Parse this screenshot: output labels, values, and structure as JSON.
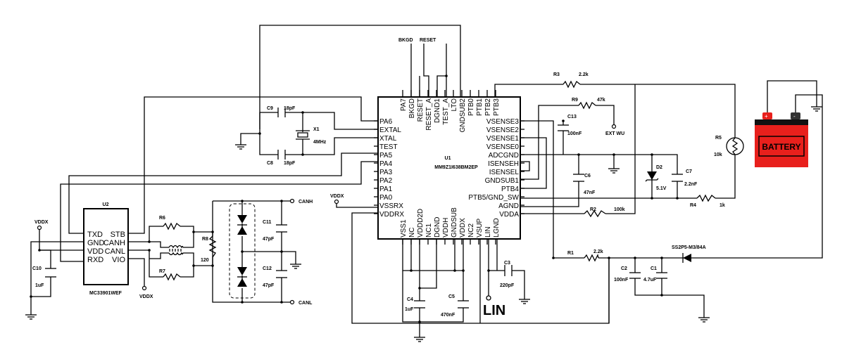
{
  "u1": {
    "ref": "U1",
    "part": "MM9Z1I638BM2EP",
    "left_pins": [
      "PA6",
      "EXTAL",
      "XTAL",
      "TEST",
      "PA5",
      "PA4",
      "PA3",
      "PA2",
      "PA1",
      "PA0",
      "VSSRX",
      "VDDRX"
    ],
    "right_pins": [
      "VSENSE3",
      "VSENSE2",
      "VSENSE1",
      "VSENSE0",
      "ADCGND",
      "ISENSEH",
      "ISENSEL",
      "GNDSUB1",
      "PTB4",
      "PTB5/GND_SW",
      "AGND",
      "VDDA"
    ],
    "top_pins": [
      "PA7",
      "BKGD",
      "RESET",
      "RESET_A",
      "DGND1",
      "TEST_A",
      "LTO",
      "GNDSUB2",
      "PTB0",
      "PTB1",
      "PTB2",
      "PTB3"
    ],
    "bottom_pins": [
      "VSS1",
      "NC",
      "VDDD2D",
      "NC1",
      "DGND",
      "VDDH",
      "GNDSUB",
      "VDDX",
      "NC2",
      "VSUP",
      "LIN",
      "LGND"
    ]
  },
  "u2": {
    "ref": "U2",
    "part": "MC33901WEF",
    "left_pins": [
      "TXD",
      "GND",
      "VDD",
      "RXD"
    ],
    "right_pins": [
      "STB",
      "CANH",
      "CANL",
      "VIO"
    ]
  },
  "components": {
    "r1": {
      "ref": "R1",
      "value": "2.2k"
    },
    "r2": {
      "ref": "R2",
      "value": "100k"
    },
    "r3": {
      "ref": "R3",
      "value": "2.2k"
    },
    "r4": {
      "ref": "R4",
      "value": "1k"
    },
    "r5": {
      "ref": "R5",
      "value": "10k"
    },
    "r6": {
      "ref": "R6"
    },
    "r7": {
      "ref": "R7"
    },
    "r8": {
      "ref": "R8",
      "value": "120"
    },
    "r9": {
      "ref": "R9",
      "value": "47k"
    },
    "c1": {
      "ref": "C1",
      "value": "4.7uF"
    },
    "c2": {
      "ref": "C2",
      "value": "100nF"
    },
    "c3": {
      "ref": "C3",
      "value": "220pF"
    },
    "c4": {
      "ref": "C4",
      "value": "1uF"
    },
    "c5": {
      "ref": "C5",
      "value": "470nF"
    },
    "c6": {
      "ref": "C6",
      "value": "47nF"
    },
    "c7": {
      "ref": "C7",
      "value": "2.2nF"
    },
    "c8": {
      "ref": "C8",
      "value": "18pF"
    },
    "c9": {
      "ref": "C9",
      "value": "18pF"
    },
    "c10": {
      "ref": "C10",
      "value": "1uF"
    },
    "c11": {
      "ref": "C11",
      "value": "47pF"
    },
    "c12": {
      "ref": "C12",
      "value": "47pF"
    },
    "c13": {
      "ref": "C13",
      "value": "100nF"
    },
    "d2": {
      "ref": "D2",
      "value": "5.1V"
    },
    "x1": {
      "ref": "X1",
      "value": "4MHz"
    },
    "d_rev": {
      "value": "SS2P5-M3/84A"
    }
  },
  "nets": {
    "bkgd": "BKGD",
    "reset": "RESET",
    "ext_wu": "EXT WU",
    "canh": "CANH",
    "canl": "CANL",
    "vddx": "VDDX",
    "lin": "LIN"
  },
  "battery": {
    "label": "BATTERY",
    "plus": "+",
    "minus": "-",
    "body_color": "#e8201c",
    "terminal_plus_color": "#e8201c",
    "terminal_minus_color": "#333333"
  }
}
